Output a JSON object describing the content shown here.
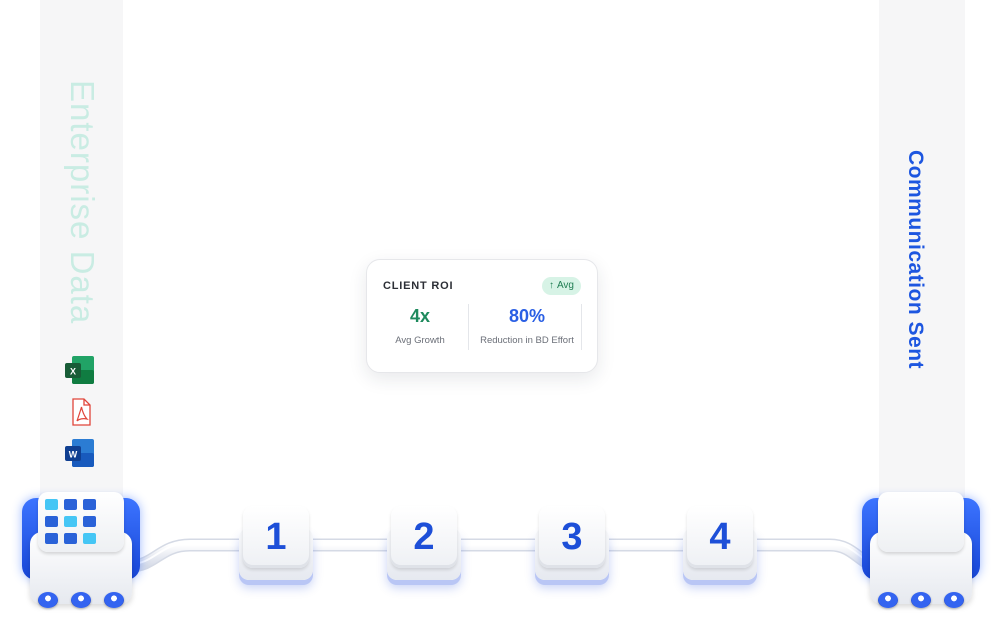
{
  "left_panel": {
    "label": "Enterprise Data",
    "files": [
      {
        "icon": "excel-icon",
        "color": "#1f7a45"
      },
      {
        "icon": "pdf-icon",
        "color": "#e0453a"
      },
      {
        "icon": "word-icon",
        "color": "#1b4fb8"
      }
    ]
  },
  "right_panel": {
    "label": "Communication Sent"
  },
  "roi_card": {
    "title": "CLIENT ROI",
    "badge": "Avg",
    "badge_arrow": "↑",
    "stats": [
      {
        "value": "4x",
        "caption": "Avg Growth"
      },
      {
        "value": "80%",
        "caption": "Reduction in BD Effort"
      }
    ]
  },
  "steps": [
    "1",
    "2",
    "3",
    "4"
  ],
  "colors": {
    "accent_blue": "#1d4fd8",
    "accent_green": "#1e8a5d",
    "panel_bg": "#f6f6f7"
  }
}
